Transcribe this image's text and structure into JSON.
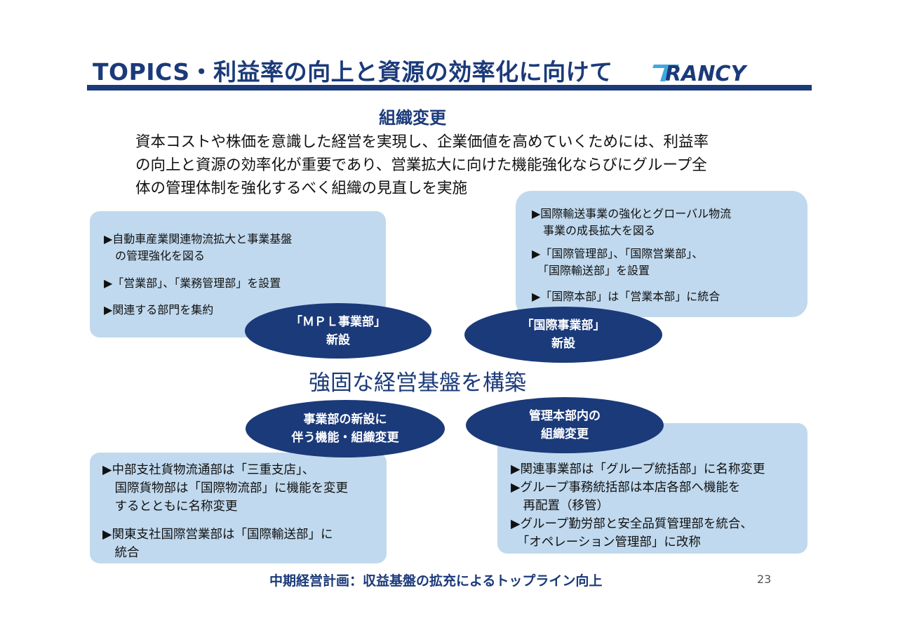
{
  "header": {
    "title": "TOPICS・利益率の向上と資源の効率化に向けて",
    "logo_text": "TRANCY"
  },
  "section_heading": "組織変更",
  "intro": [
    "資本コストや株価を意識した経営を実現し、企業価値を高めていくためには、利益率",
    "の向上と資源の効率化が重要であり、営業拡大に向けた機能強化ならびにグループ全",
    "体の管理体制を強化するべく組織の見直しを実施"
  ],
  "boxes": {
    "top_left": [
      "▶自動車産業関連物流拡大と事業基盤",
      "　の管理強化を図る",
      "▶「営業部」、「業務管理部」を設置",
      "▶関連する部門を集約"
    ],
    "top_right": [
      "▶国際輸送事業の強化とグローバル物流",
      "　事業の成長拡大を図る",
      "▶「国際管理部」、「国際営業部」、",
      "　「国際輸送部」を設置",
      "▶「国際本部」は「営業本部」に統合"
    ],
    "bottom_left": [
      "▶中部支社貨物流通部は「三重支店」、",
      "　国際貨物部は「国際物流部」に機能を変更",
      "　するとともに名称変更",
      "▶関東支社国際営業部は「国際輸送部」に",
      "　統合"
    ],
    "bottom_right": [
      "▶関連事業部は「グループ統括部」に名称変更",
      "▶グループ事務統括部は本店各部へ機能を",
      "　再配置（移管）",
      "▶グループ勤労部と安全品質管理部を統合、",
      "　「オペレーション管理部」に改称"
    ]
  },
  "ellipses": {
    "mpl": [
      "「ＭＰＬ事業部」",
      "新設"
    ],
    "intl": [
      "「国際事業部」",
      "新設"
    ],
    "new_division": [
      "事業部の新設に",
      "伴う機能・組織変更"
    ],
    "admin": [
      "管理本部内の",
      "組織変更"
    ]
  },
  "center_heading": "強固な経営基盤を構築",
  "footer": "中期経営計画：収益基盤の拡充によるトップライン向上",
  "page_number": "23",
  "colors": {
    "navy": "#1b3a7a",
    "box_blue": "#c0d9ee",
    "logo_accent": "#3fa8e0"
  }
}
